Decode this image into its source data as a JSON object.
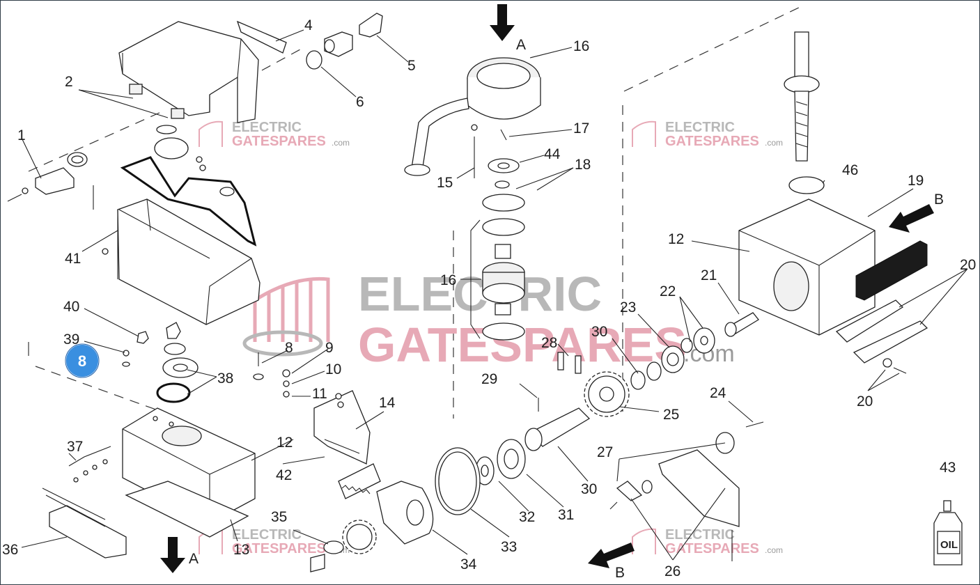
{
  "watermark": {
    "line1": "ELECTRIC",
    "line2": "GATESPARES",
    "suffix": ".com",
    "colors": {
      "gray": "#b8b8b8",
      "pink": "#e7a9b6"
    }
  },
  "arrow_labels": {
    "a_top": "A",
    "a_bottom": "A",
    "b_right": "B",
    "b_bottom": "B"
  },
  "selected_marker": {
    "label": "8",
    "color": "#3a8fe0"
  },
  "part_labels": {
    "p1": "1",
    "p2": "2",
    "p4": "4",
    "p5": "5",
    "p6": "6",
    "p8": "8",
    "p9": "9",
    "p10": "10",
    "p11": "11",
    "p12_right": "12",
    "p12_left": "12",
    "p13": "13",
    "p14": "14",
    "p15": "15",
    "p16_top": "16",
    "p16_mid": "16",
    "p17": "17",
    "p18": "18",
    "p19": "19",
    "p20_right": "20",
    "p20_bottom": "20",
    "p21": "21",
    "p22": "22",
    "p23": "23",
    "p24": "24",
    "p25": "25",
    "p26": "26",
    "p27": "27",
    "p28": "28",
    "p29": "29",
    "p30_top": "30",
    "p30_bottom": "30",
    "p31": "31",
    "p32": "32",
    "p33": "33",
    "p34": "34",
    "p35": "35",
    "p36": "36",
    "p37": "37",
    "p38": "38",
    "p39": "39",
    "p40": "40",
    "p41": "41",
    "p42": "42",
    "p43": "43",
    "p44": "44",
    "p46": "46"
  },
  "oil_bottle_text": "OIL"
}
